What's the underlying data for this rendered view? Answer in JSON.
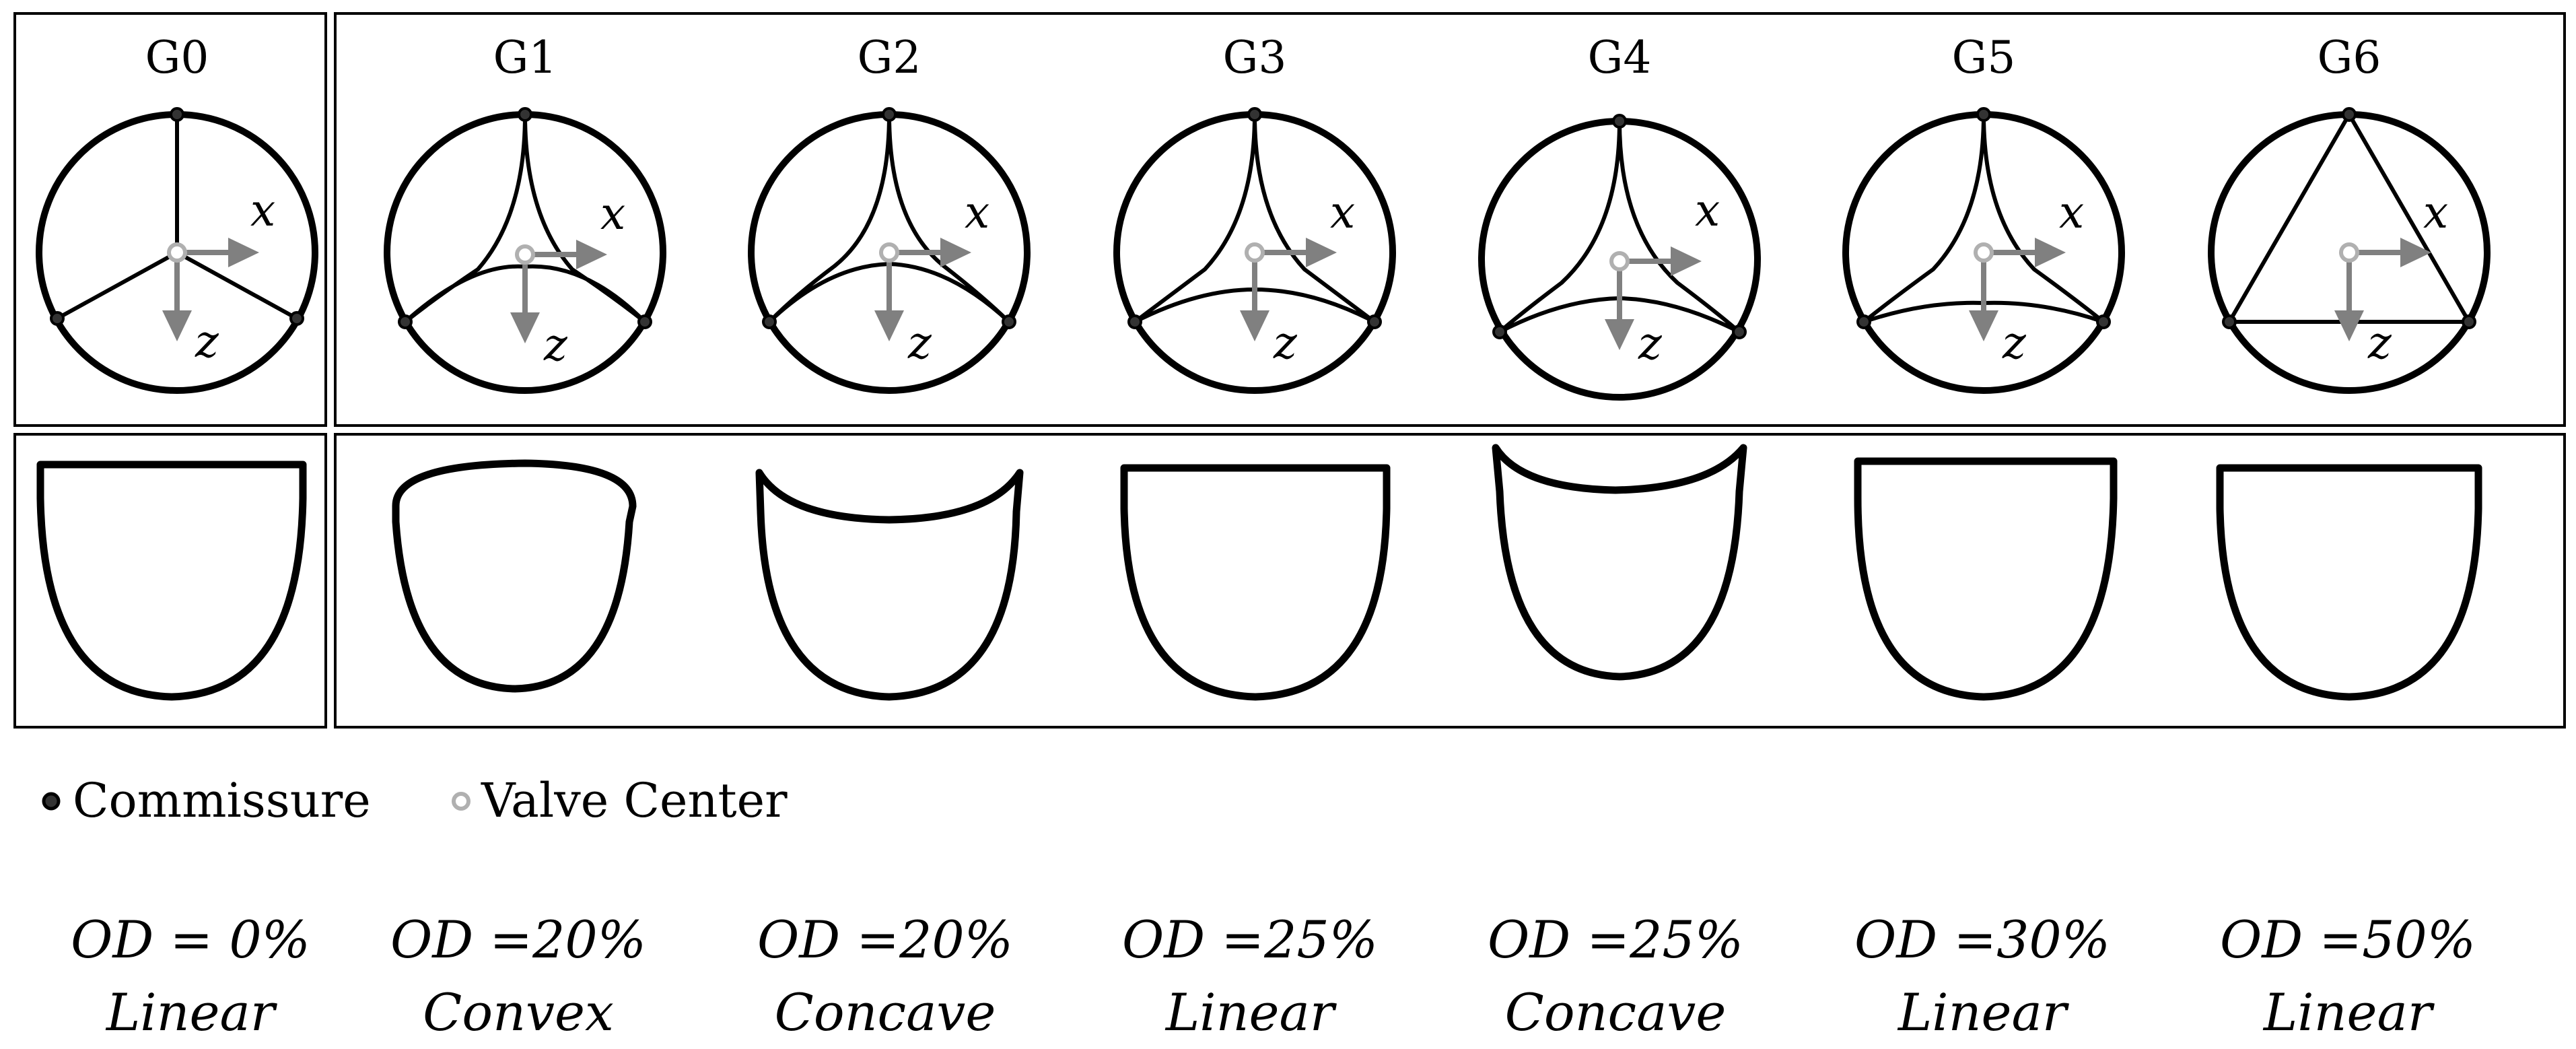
{
  "groups": [
    {
      "label": "G0",
      "od": "OD = 0%",
      "shape": "Linear"
    },
    {
      "label": "G1",
      "od": "OD =20%",
      "shape": "Convex"
    },
    {
      "label": "G2",
      "od": "OD =20%",
      "shape": "Concave"
    },
    {
      "label": "G3",
      "od": "OD =25%",
      "shape": "Linear"
    },
    {
      "label": "G4",
      "od": "OD =25%",
      "shape": "Concave"
    },
    {
      "label": "G5",
      "od": "OD =30%",
      "shape": "Linear"
    },
    {
      "label": "G6",
      "od": "OD =50%",
      "shape": "Linear"
    }
  ],
  "axes": {
    "x": "x",
    "z": "z"
  },
  "legend": {
    "commissure": "Commissure",
    "valve_center": "Valve Center"
  },
  "colors": {
    "outline": "#000000",
    "axis_arrow": "#808080",
    "valve_center_marker": "#b0b0b0",
    "commissure_marker": "#333333"
  }
}
